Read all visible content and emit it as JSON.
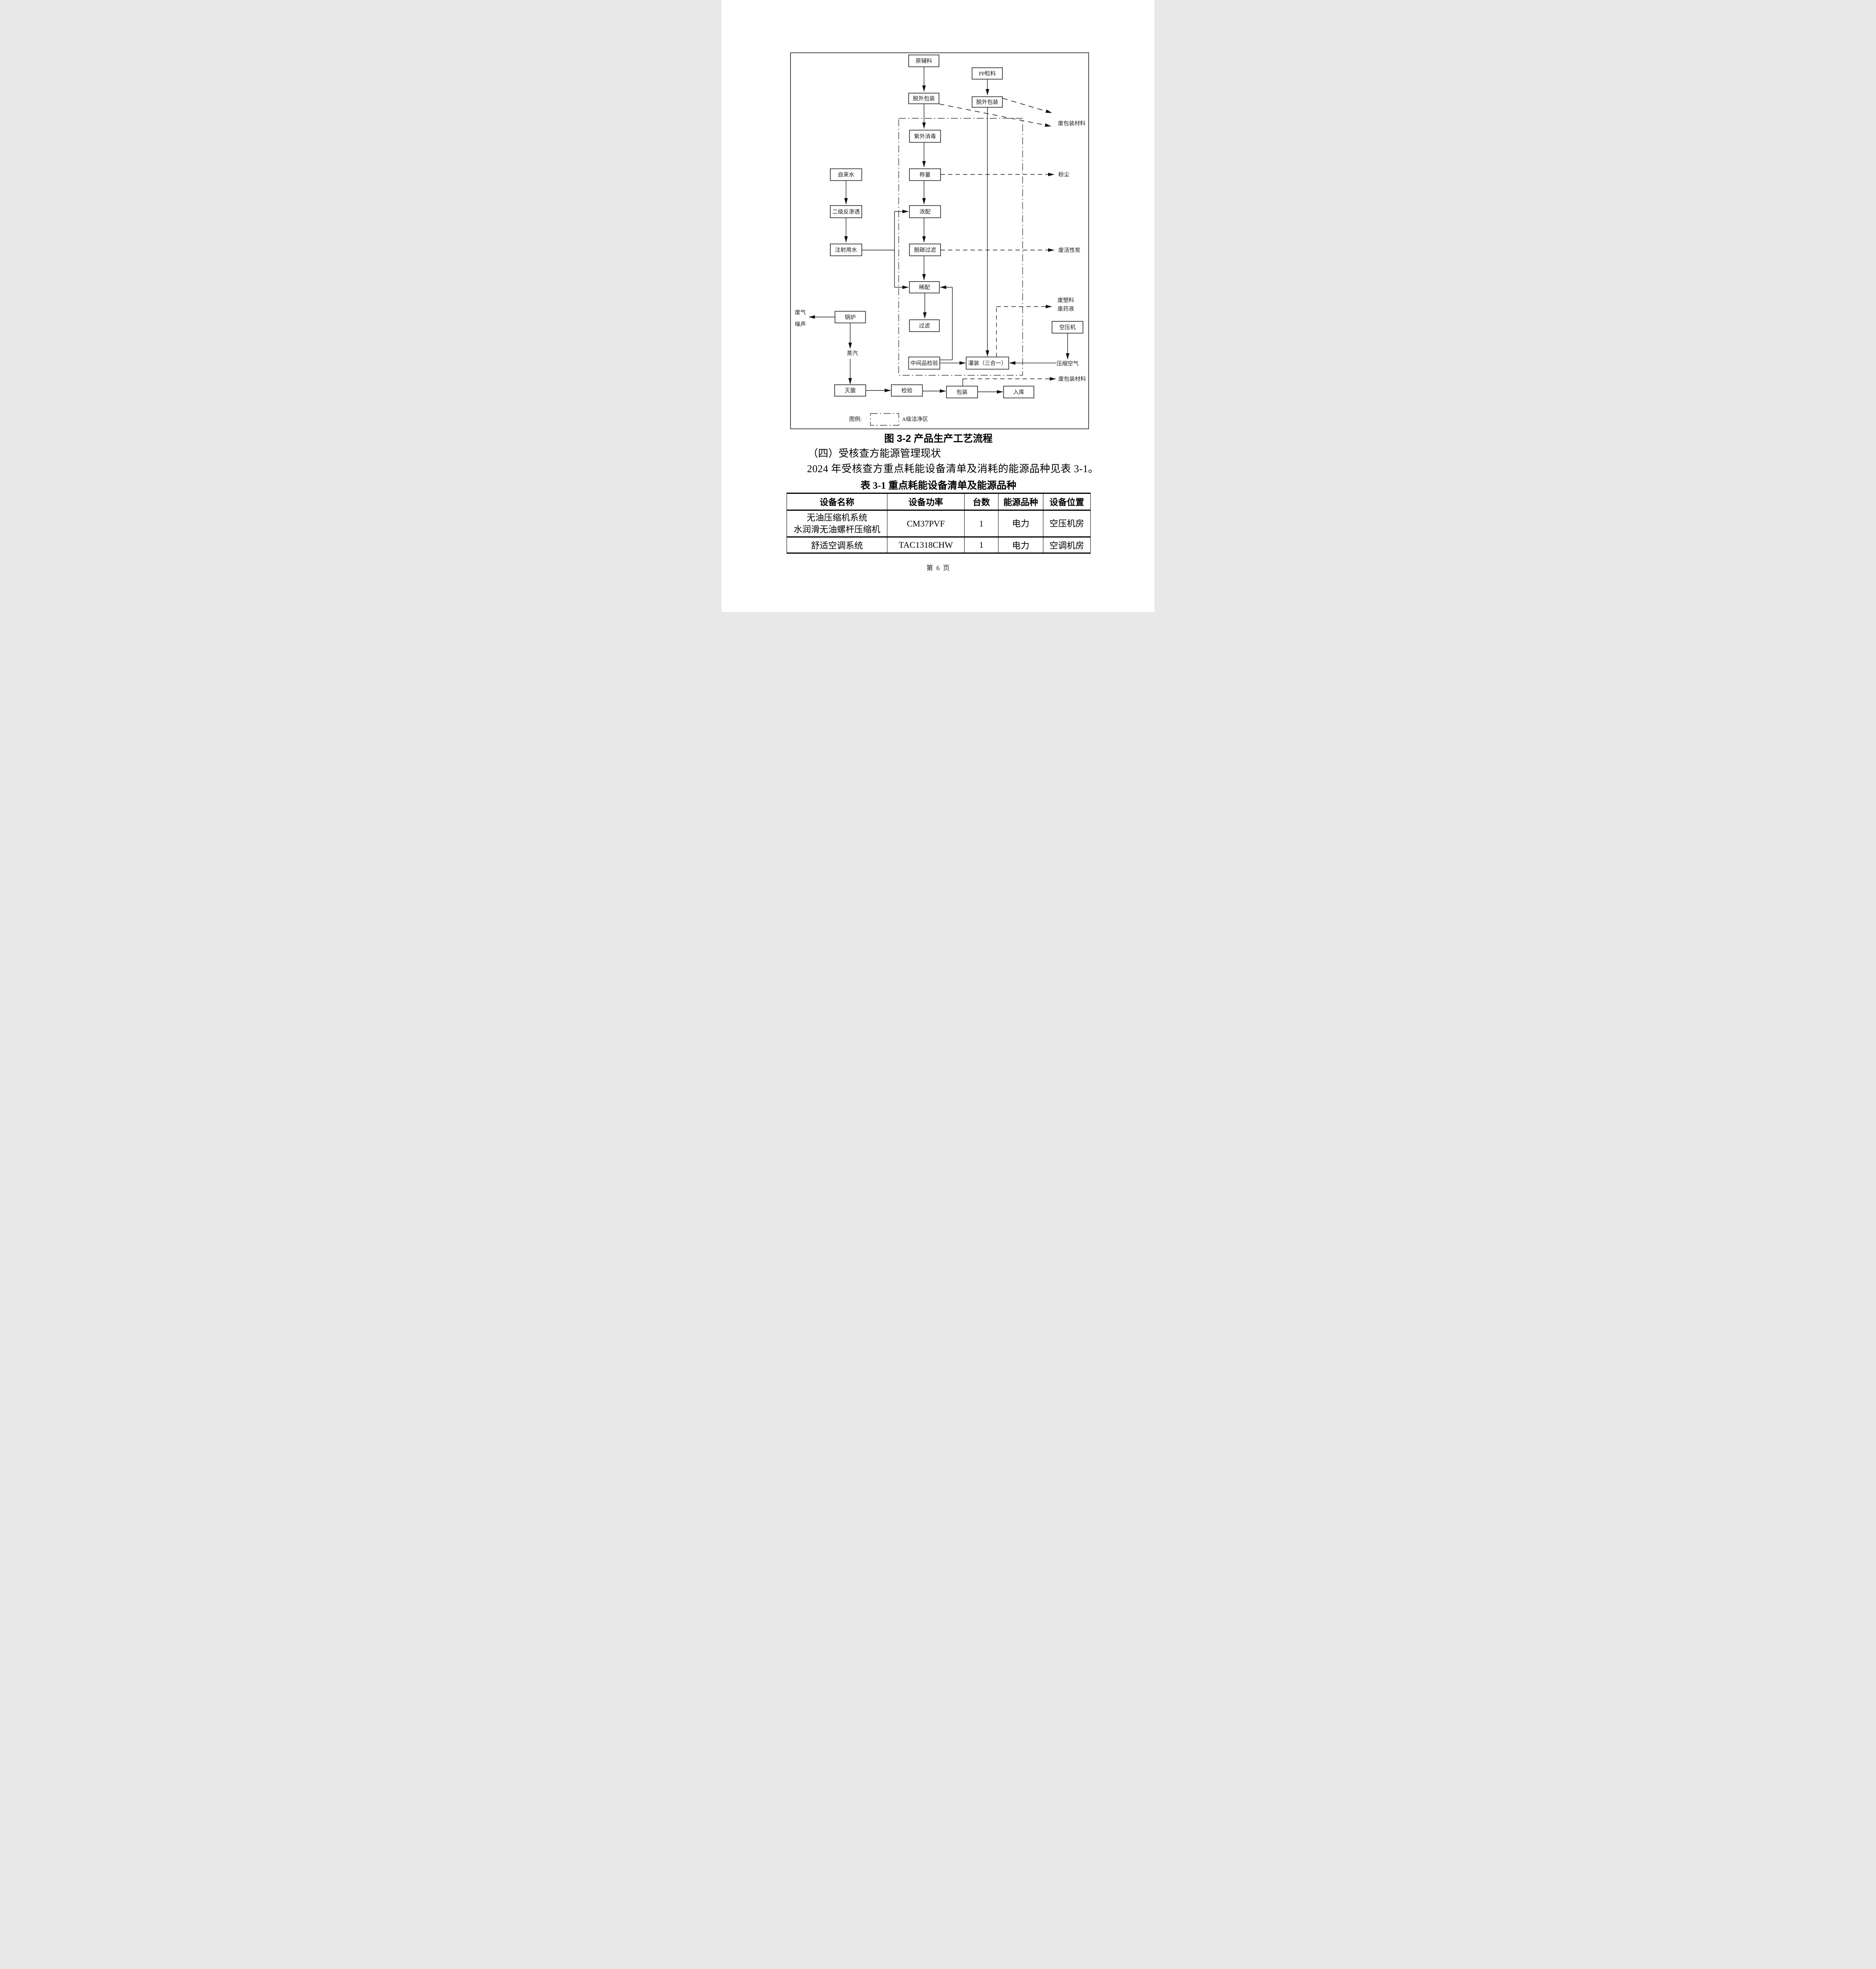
{
  "page": {
    "footer": "第 6 页"
  },
  "figure": {
    "caption": "图 3-2 产品生产工艺流程",
    "legend_prefix": "图例:",
    "legend_value": "A级洁净区",
    "nodes": {
      "raw_material": "原辅料",
      "pp_pellets": "PP粒料",
      "depack_left": "脱外包装",
      "depack_right": "脱外包装",
      "uv_disinfect": "紫外消毒",
      "weighing": "称量",
      "tap_water": "自来水",
      "reverse_osmosis": "二级反渗透",
      "injection_water": "注射用水",
      "conc_prep": "浓配",
      "decarb_filter": "脱碳过滤",
      "dilute_prep": "稀配",
      "filtration": "过滤",
      "boiler": "锅炉",
      "intermediate_test": "中间品检验",
      "filling": "灌装（三合一）",
      "air_compressor": "空压机",
      "sterilization": "灭菌",
      "inspection": "检验",
      "packaging": "包装",
      "warehousing": "入库"
    },
    "labels": {
      "waste_packaging_top": "废包装材料",
      "dust": "粉尘",
      "waste_carbon": "废活性炭",
      "waste_plastic": "废塑料",
      "waste_liquid": "废药液",
      "waste_gas": "废气",
      "noise": "噪声",
      "steam": "蒸汽",
      "compressed_air": "压缩空气",
      "waste_packaging_bottom": "废包装材料"
    }
  },
  "section": {
    "heading": "（四）受核查方能源管理现状",
    "body": "2024 年受核查方重点耗能设备清单及消耗的能源品种见表 3-1。"
  },
  "table": {
    "title": "表 3-1 重点耗能设备清单及能源品种",
    "headers": [
      "设备名称",
      "设备功率",
      "台数",
      "能源品种",
      "设备位置"
    ],
    "rows": [
      {
        "name_line1": "无油压缩机系统",
        "name_line2": "水润滑无油螺杆压缩机",
        "power": "CM37PVF",
        "count": "1",
        "energy": "电力",
        "location": "空压机房"
      },
      {
        "name_line1": "舒适空调系统",
        "name_line2": "",
        "power": "TAC1318CHW",
        "count": "1",
        "energy": "电力",
        "location": "空调机房"
      }
    ]
  }
}
